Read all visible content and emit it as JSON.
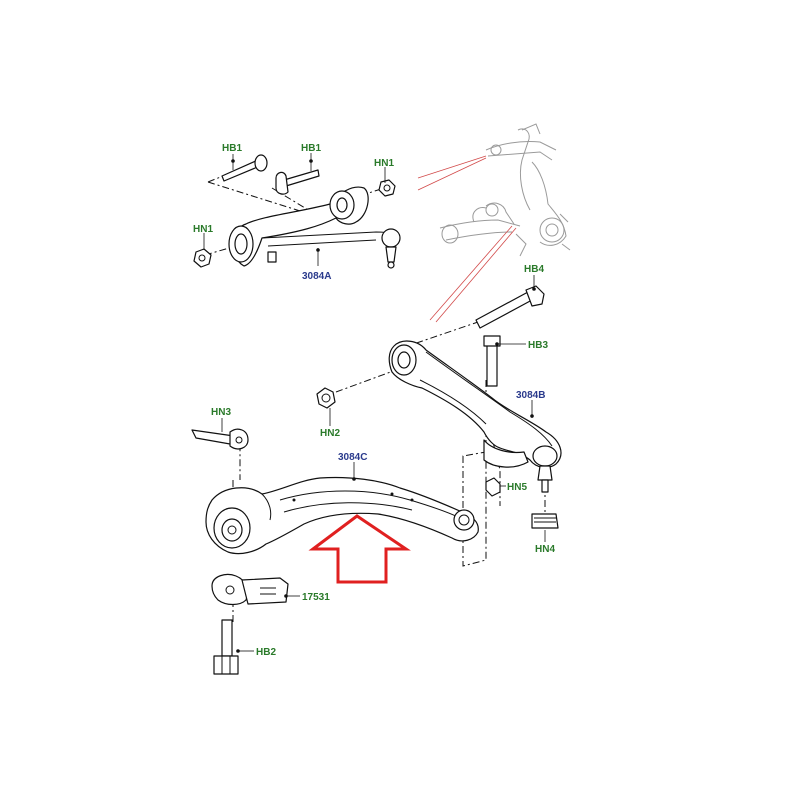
{
  "callouts": {
    "hb1_a": "HB1",
    "hb1_b": "HB1",
    "hn1_a": "HN1",
    "hn1_b": "HN1",
    "arm_upper": "3084A",
    "hb4": "HB4",
    "hb3": "HB3",
    "arm_rear": "3084B",
    "hn3": "HN3",
    "hn2": "HN2",
    "arm_lower": "3084C",
    "hn5": "HN5",
    "hn4": "HN4",
    "bracket": "17531",
    "hb2": "HB2"
  },
  "colors": {
    "hardware_label": "#2a7a2a",
    "part_label": "#2a3a8c",
    "highlight_arrow": "#e02020",
    "leader_red": "#d24a4a"
  },
  "highlight": {
    "icon": "up-arrow-icon",
    "target": "3084C"
  }
}
